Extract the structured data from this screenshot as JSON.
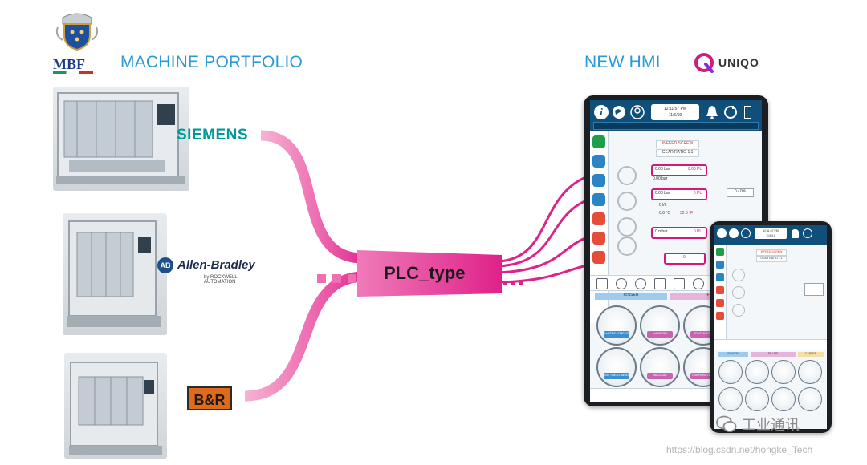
{
  "logos": {
    "mbf_text": "MBF",
    "siemens": "SIEMENS",
    "ab_badge": "AB",
    "allen_bradley": "Allen-Bradley",
    "rockwell": "by ROCKWELL AUTOMATION",
    "br_badge": "B&R",
    "uniqo": "UNIQO"
  },
  "headers": {
    "machine_portfolio": "MACHINE PORTFOLIO",
    "new_hmi": "NEW HMI"
  },
  "flow": {
    "center_label": "PLC_type"
  },
  "hmi_large": {
    "time": "12:11:57 PM",
    "date": "11/6/19",
    "infeed": "INFEED SCREW",
    "gear": "GEAR RATIO 1:1",
    "rows": [
      {
        "a": "0.00 bar",
        "b": "0.00 PU"
      },
      {
        "a": "0.00 bar",
        "b": "0 PU"
      },
      {
        "a": "0 mbar",
        "b": "0 PU"
      }
    ],
    "extra_rows": [
      "0 l/h",
      "0.0 °C",
      "32.0 °F"
    ],
    "box_value": "0",
    "ratio": "0 / 0%",
    "tabs": [
      "RINSER",
      "FILLER"
    ],
    "gauges": [
      "1st TREATMENT",
      "1st BLOW",
      "IONIZATION",
      "2nd TREATMENT",
      "VACUUM",
      "TEMPERATURE"
    ]
  },
  "hmi_small": {
    "time": "12:11:57 PM",
    "date": "11/6/19",
    "infeed": "INFEED SCREW",
    "gear": "GEAR RATIO 1:1",
    "tabs": [
      "RINSER",
      "FILLER",
      "CAPPER"
    ]
  },
  "watermark": {
    "wechat": "工业通讯",
    "url": "https://blog.csdn.net/hongke_Tech"
  },
  "colors": {
    "accent_blue": "#2a9bd6",
    "flow_pink": "#e8329a",
    "flow_light": "#f4a6cc",
    "hmi_line": "#d2187a",
    "siemens_teal": "#009999",
    "br_orange": "#e06a1b"
  }
}
